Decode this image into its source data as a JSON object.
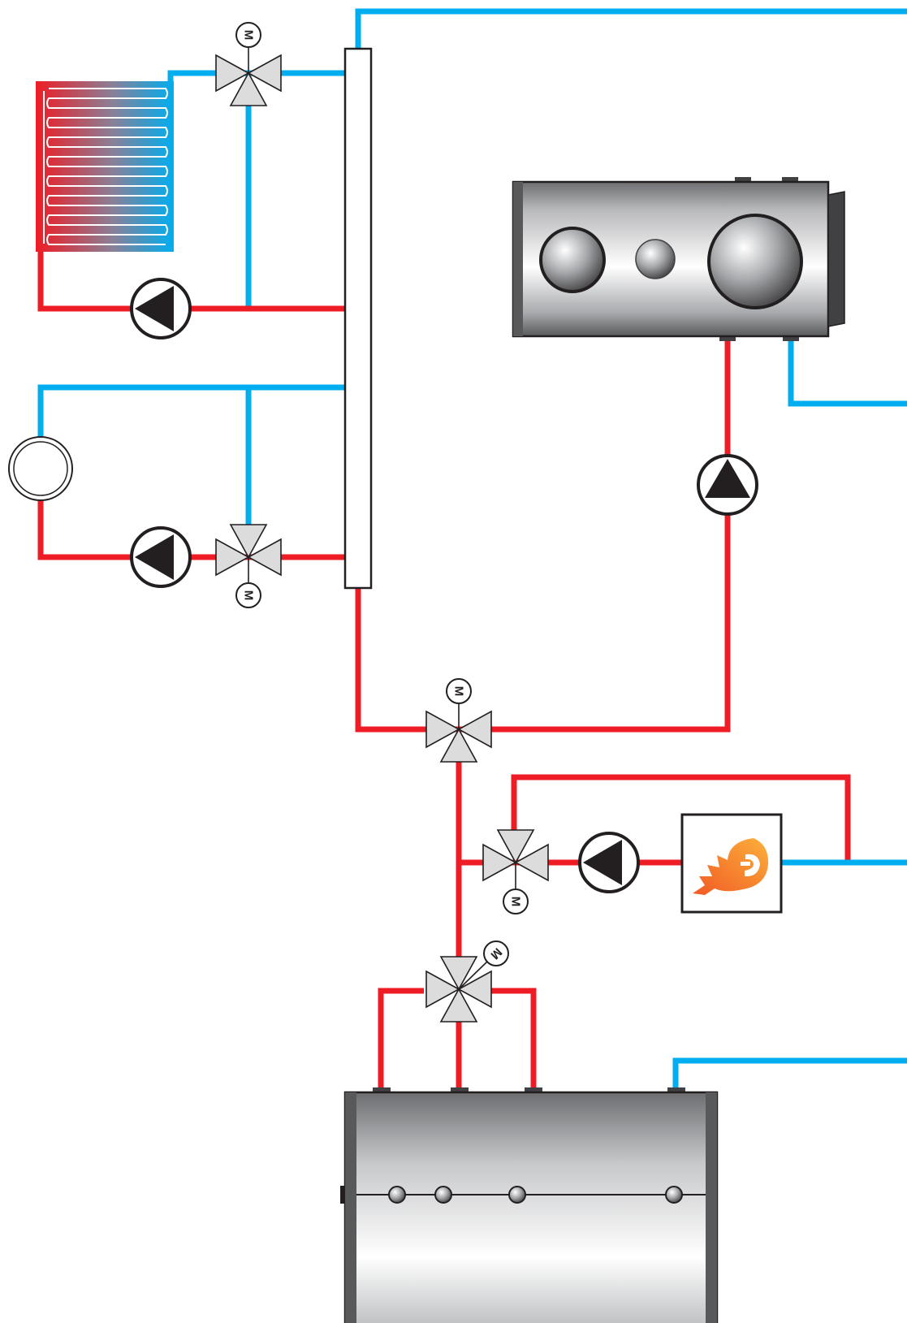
{
  "diagram": {
    "actuator_label": "M",
    "colors": {
      "supply": "#ee1c25",
      "return": "#00aeef",
      "outline": "#231f20",
      "background": "#ffffff"
    },
    "components": [
      {
        "id": "underfloor-heating-coil",
        "icon": "heating-coil-icon"
      },
      {
        "id": "hydraulic-separator",
        "icon": "vertical-manifold"
      },
      {
        "id": "heat-pump-unit",
        "icon": "gray-tank-unit"
      },
      {
        "id": "radiator",
        "icon": "circle-radiator-icon"
      },
      {
        "id": "boiler",
        "icon": "flame-icon",
        "flame_colors": [
          "#f15a24",
          "#fbb03b"
        ]
      },
      {
        "id": "storage-tank",
        "icon": "gray-tank-unit"
      }
    ],
    "pumps": [
      "pump-heating-coil",
      "pump-radiator",
      "pump-heat-pump",
      "pump-boiler"
    ],
    "valves": [
      "mixing-valve-heating-coil",
      "mixing-valve-radiator",
      "mixing-valve-main",
      "mixing-valve-boiler",
      "mixing-valve-tank"
    ]
  }
}
